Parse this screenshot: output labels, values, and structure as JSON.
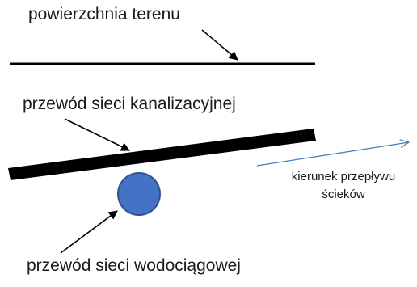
{
  "labels": {
    "terrain_surface": "powierzchnia terenu",
    "sewer_pipe": "przewód sieci kanalizacyjnej",
    "water_pipe": "przewód sieci wodociągowej",
    "flow_direction_line1": "kierunek przepływu",
    "flow_direction_line2": "ścieków"
  },
  "colors": {
    "lines": "#000000",
    "water_pipe_fill": "#4472c4",
    "water_pipe_stroke": "#2f528f",
    "flow_arrow": "#4a7ebb"
  }
}
